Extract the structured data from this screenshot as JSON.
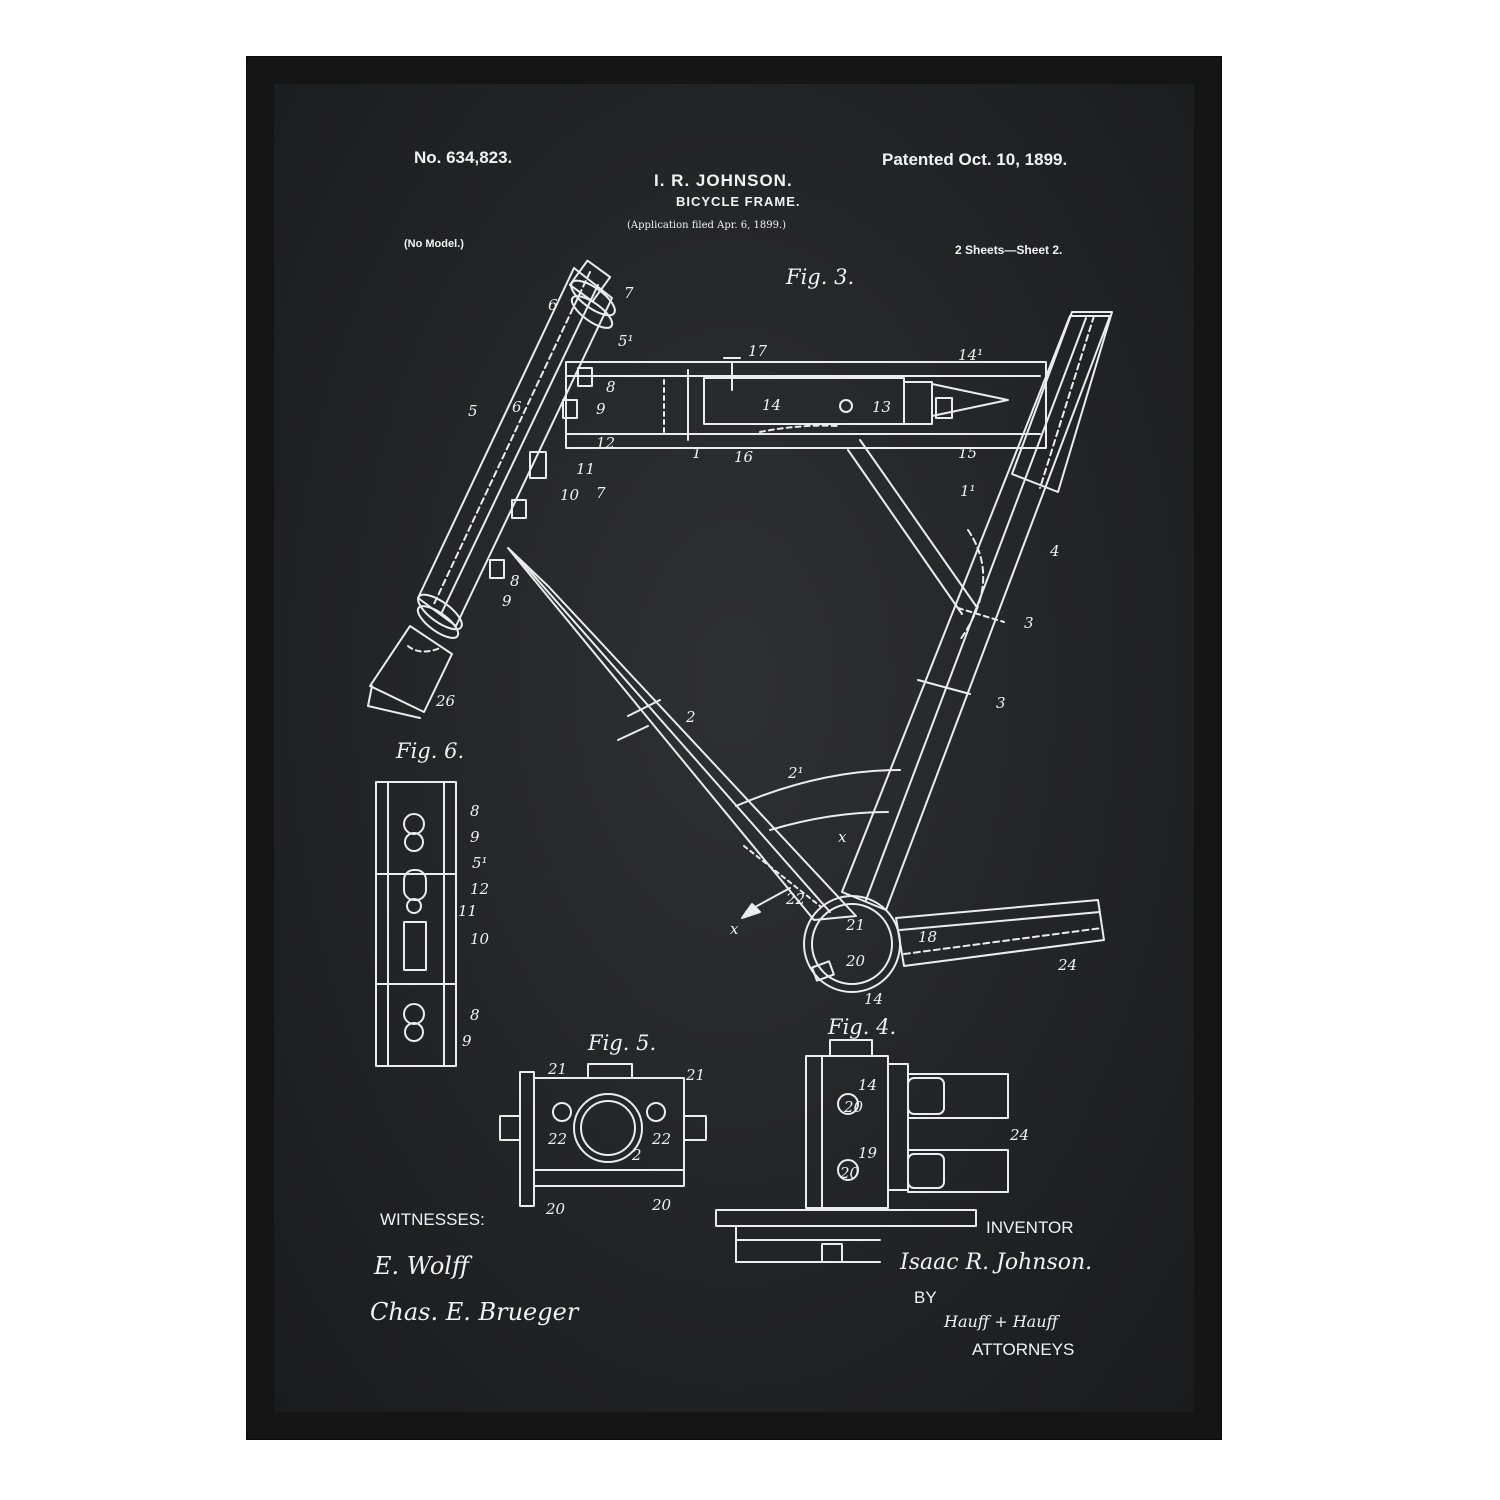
{
  "header": {
    "patent_no": "No. 634,823.",
    "inventor_heading": "I. R. JOHNSON.",
    "title": "BICYCLE FRAME.",
    "application": "(Application filed Apr. 6, 1899.)",
    "patented": "Patented Oct. 10, 1899.",
    "model": "(No Model.)",
    "sheets": "2 Sheets—Sheet 2."
  },
  "figures": {
    "fig3": "Fig. 3.",
    "fig4": "Fig. 4.",
    "fig5": "Fig. 5.",
    "fig6": "Fig. 6."
  },
  "labels": {
    "l7a": "7",
    "l6": "6",
    "l5p": "5¹",
    "l8a": "8",
    "l9a": "9",
    "l5": "5",
    "l6b": "6",
    "l12": "12",
    "l11": "11",
    "l10": "10",
    "l7b": "7",
    "l8b": "8",
    "l9b": "9",
    "l26": "26",
    "l17": "17",
    "l14": "14",
    "l13": "13",
    "l1": "1",
    "l16": "16",
    "l141": "14¹",
    "l15": "15",
    "l11p": "1¹",
    "l4": "4",
    "l3a": "3",
    "l3b": "3",
    "l2": "2",
    "l2p": "2¹",
    "lx1": "x",
    "lx2": "x",
    "l22": "22",
    "l21": "21",
    "l20": "20",
    "l14b": "14",
    "l18": "18",
    "l24": "24",
    "f6_8a": "8",
    "f6_9a": "9",
    "f6_5p": "5¹",
    "f6_12": "12",
    "f6_11": "11",
    "f6_10": "10",
    "f6_8b": "8",
    "f6_9b": "9",
    "f5_21a": "21",
    "f5_21b": "21",
    "f5_22a": "22",
    "f5_22b": "22",
    "f5_2": "2",
    "f5_20a": "20",
    "f5_20b": "20",
    "f4_14": "14",
    "f4_20a": "20",
    "f4_19": "19",
    "f4_20b": "20",
    "f4_24": "24"
  },
  "footer": {
    "witnesses": "WITNESSES:",
    "witness1": "E. Wolff",
    "witness2": "Chas. E. Brueger",
    "inventor_label": "INVENTOR",
    "inventor_name": "Isaac R. Johnson.",
    "by": "BY",
    "attorney_sig": "Hauff + Hauff",
    "attorneys": "ATTORNEYS"
  }
}
